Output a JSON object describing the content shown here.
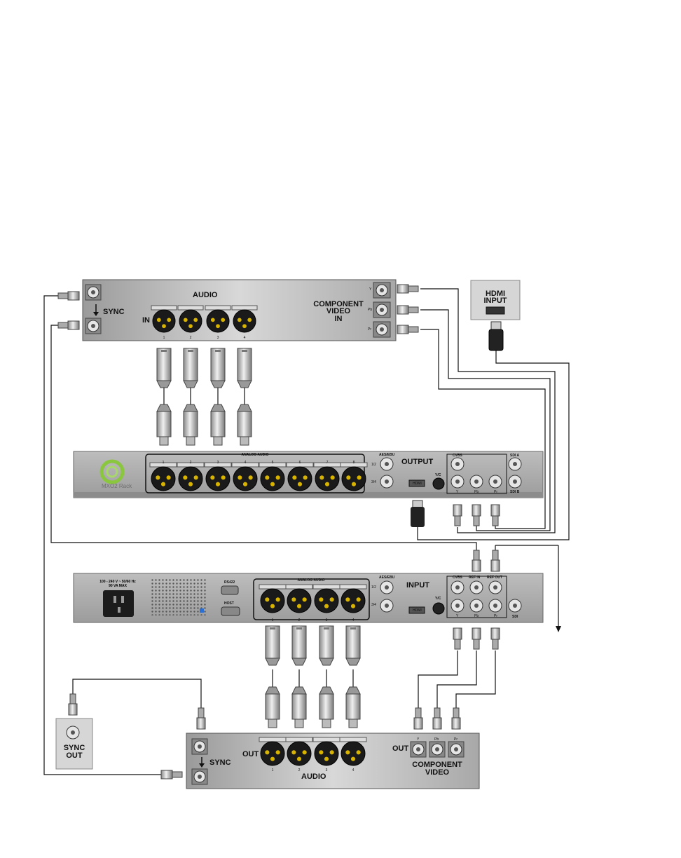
{
  "top_device": {
    "audio_label": "AUDIO",
    "in_label": "IN",
    "audio_channels": [
      "1",
      "2",
      "3",
      "4"
    ],
    "sync_label": "SYNC",
    "component_line1": "COMPONENT",
    "component_line2": "VIDEO",
    "component_line3": "IN",
    "component_ports": [
      "Y",
      "Pb",
      "Pr"
    ]
  },
  "hdmi_input_box": {
    "line1": "HDMI",
    "line2": "INPUT"
  },
  "rack_output": {
    "brand": "MXO2 Rack",
    "analog_audio_label": "ANALOG AUDIO",
    "analog_channels": [
      "1",
      "2",
      "3",
      "4",
      "5",
      "6",
      "7",
      "8"
    ],
    "aes_label": "AES/EBU",
    "aes_ports": [
      "1/2",
      "3/4"
    ],
    "section_label": "OUTPUT",
    "hdmi_label": "HDMI",
    "yc_label": "Y/C",
    "cvbs_label": "CVBS",
    "component_ports": [
      "Y",
      "Pb",
      "Pr"
    ],
    "sdi_a": "SDI A",
    "sdi_b": "SDI B"
  },
  "rack_input": {
    "power_line1": "100 - 240 V ~ 50/60 Hz",
    "power_line2": "90 VA MAX",
    "rs422_label": "RS422",
    "host_label": "HOST",
    "analog_audio_label": "ANALOG AUDIO",
    "analog_channels": [
      "1",
      "2",
      "3",
      "4"
    ],
    "aes_label": "AES/EBU",
    "aes_ports": [
      "1/2",
      "3/4"
    ],
    "section_label": "INPUT",
    "hdmi_label": "HDMI",
    "yc_label": "Y/C",
    "cvbs_label": "CVBS",
    "ref_in_label": "REF IN",
    "ref_out_label": "REF OUT",
    "component_ports": [
      "Y",
      "Pb",
      "Pr"
    ],
    "sdi_label": "SDI"
  },
  "sync_out_box": {
    "line1": "SYNC",
    "line2": "OUT"
  },
  "bottom_device": {
    "out_label": "OUT",
    "audio_channels": [
      "1",
      "2",
      "3",
      "4"
    ],
    "audio_label": "AUDIO",
    "sync_label": "SYNC",
    "video_out_label": "OUT",
    "component_line1": "COMPONENT",
    "component_line2": "VIDEO",
    "component_ports": [
      "Y",
      "Pb",
      "Pr"
    ]
  },
  "colors": {
    "panel": "#c9c9c9",
    "panel_edge": "#8e8e8e",
    "xlr_body": "#1a1a1a",
    "xlr_pin": "#d8b400",
    "logo_green": "#8bc63f"
  }
}
